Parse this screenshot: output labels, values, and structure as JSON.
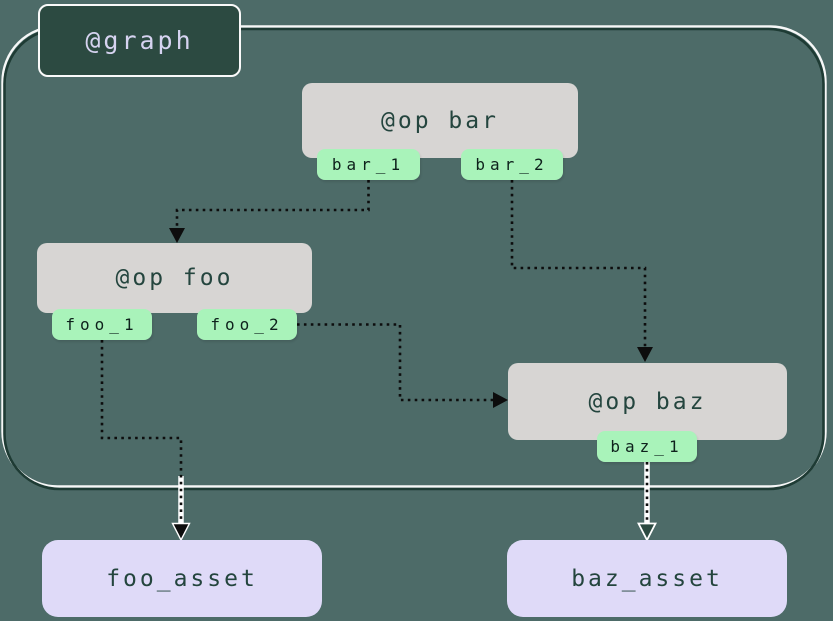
{
  "diagram": {
    "graph_label": "@graph",
    "ops": [
      {
        "id": "bar",
        "label": "@op bar",
        "outputs": [
          {
            "label": "bar_1"
          },
          {
            "label": "bar_2"
          }
        ]
      },
      {
        "id": "foo",
        "label": "@op foo",
        "outputs": [
          {
            "label": "foo_1"
          },
          {
            "label": "foo_2"
          }
        ]
      },
      {
        "id": "baz",
        "label": "@op baz",
        "outputs": [
          {
            "label": "baz_1"
          }
        ]
      }
    ],
    "assets": [
      {
        "label": "foo_asset"
      },
      {
        "label": "baz_asset"
      }
    ],
    "edges": [
      {
        "from": "bar_1",
        "to": "@op foo"
      },
      {
        "from": "bar_2",
        "to": "@op baz"
      },
      {
        "from": "foo_2",
        "to": "@op baz"
      },
      {
        "from": "foo_1",
        "to": "foo_asset"
      },
      {
        "from": "baz_1",
        "to": "baz_asset"
      }
    ]
  },
  "colors": {
    "bg": "#4d6b68",
    "boundary_stroke": "#1e3b34",
    "boundary_highlight": "#ffffff",
    "graph_fill": "#2c4a41",
    "graph_border": "#fafafa",
    "graph_text": "#d6d3f0",
    "op_fill": "#d7d5d3",
    "op_text": "#24453e",
    "tab_fill": "#a9f3ba",
    "tab_text": "#0e211c",
    "asset_fill": "#dfdaf8",
    "asset_text": "#24453e",
    "edge": "#0d0d0d",
    "arrow_outline": "#ffffff"
  }
}
